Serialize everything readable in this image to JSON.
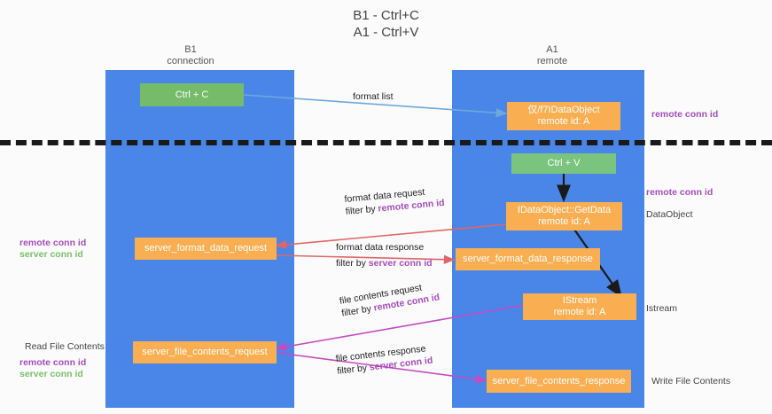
{
  "title": "B1 - Ctrl+C\nA1 - Ctrl+V",
  "lanes": [
    {
      "name": "b1",
      "header": "B1\nconnection"
    },
    {
      "name": "a1",
      "header": "A1\nremote"
    }
  ],
  "nodes": {
    "ctrl_c": {
      "label": "Ctrl + C",
      "color": "#76bb6a"
    },
    "idataobject": {
      "label": "仅/f7IDataObject",
      "sub": "remote id: A",
      "color": "#f9ae52"
    },
    "ctrl_v": {
      "label": "Ctrl + V",
      "color": "#7bc47f"
    },
    "getdata": {
      "label": "IDataObject::GetData",
      "sub": "remote id: A",
      "color": "#f9ae52"
    },
    "server_format_data_request": {
      "label": "server_format_data_request",
      "color": "#f9ae52"
    },
    "server_format_data_response": {
      "label": "server_format_data_response",
      "color": "#f9ae52"
    },
    "istream": {
      "label": "IStream",
      "sub": "remote id: A",
      "color": "#f9ae52"
    },
    "server_file_contents_request": {
      "label": "server_file_contents_request",
      "color": "#f9ae52"
    },
    "server_file_contents_response": {
      "label": "server_file_contents_response",
      "color": "#f9ae52"
    }
  },
  "edges": {
    "format_list": {
      "label": "format list"
    },
    "format_data_request": {
      "l1": "format data request",
      "l2_prefix": "filter by ",
      "l2_highlight": "remote conn id"
    },
    "format_data_response": {
      "l1": "format data response",
      "l2_prefix": "filter by ",
      "l2_highlight": "server conn id"
    },
    "file_contents_request": {
      "l1": "file contents request",
      "l2_prefix": "filter by ",
      "l2_highlight": "remote conn id"
    },
    "file_contents_response": {
      "l1": "file contents response",
      "l2_prefix": "filter by ",
      "l2_highlight": "server conn id"
    }
  },
  "annotations": {
    "right_remote_conn_id_1": "remote conn id",
    "right_remote_conn_id_2": "remote conn id",
    "right_dataobject": "DataObject",
    "right_istream": "Istream",
    "right_write_file_contents": "Write File Contents",
    "left_remote_conn_id_1": "remote conn id",
    "left_server_conn_id_1": "server conn id",
    "left_read_file_contents": "Read File Contents",
    "left_remote_conn_id_2": "remote conn id",
    "left_server_conn_id_2": "server conn id"
  },
  "colors": {
    "lane": "#4a86e8",
    "node_orange": "#f9ae52",
    "node_green": "#76bb6a",
    "purple": "#a64dbd",
    "green_text": "#7bbf6a",
    "arrow_blue": "#6fa8dc",
    "arrow_red": "#e06666",
    "arrow_magenta": "#c44bc4",
    "arrow_black": "#1a1a1a"
  }
}
